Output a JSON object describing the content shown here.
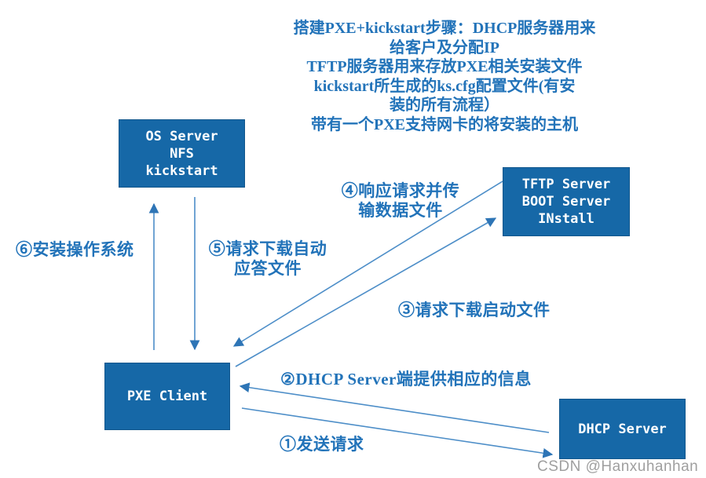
{
  "title": {
    "text": "搭建PXE+kickstart步骤：DHCP服务器用来\n给客户及分配IP\nTFTP服务器用来存放PXE相关安装文件\nkickstart所生成的ks.cfg配置文件(有安\n装的所有流程）\n带有一个PXE支持网卡的将安装的主机"
  },
  "nodes": {
    "os_server": {
      "label": "OS Server\nNFS\nkickstart"
    },
    "tftp_server": {
      "label": "TFTP Server\nBOOT Server\nINstall"
    },
    "pxe_client": {
      "label": "PXE Client"
    },
    "dhcp_server": {
      "label": "DHCP Server"
    }
  },
  "steps": {
    "s1": {
      "label": "①发送请求",
      "from": "PXE Client",
      "to": "DHCP Server"
    },
    "s2": {
      "label": "②DHCP Server端提供相应的信息",
      "from": "DHCP Server",
      "to": "PXE Client"
    },
    "s3": {
      "label": "③请求下载启动文件",
      "from": "PXE Client",
      "to": "TFTP Server"
    },
    "s4": {
      "label": "④响应请求并传\n输数据文件",
      "from": "TFTP Server",
      "to": "PXE Client"
    },
    "s5": {
      "label": "⑤请求下载自动\n应答文件",
      "from": "OS Server",
      "to": "PXE Client"
    },
    "s6": {
      "label": "⑥安装操作系统",
      "from": "PXE Client",
      "to": "OS Server"
    }
  },
  "watermark": {
    "text": "CSDN @Hanxuhanhan"
  },
  "colors": {
    "box_fill": "#1668a7",
    "box_border": "#11568c",
    "box_text": "#ffffff",
    "text_blue": "#2273b9",
    "arrow_stroke": "#4d8ec8",
    "arrow_head": "#2e75b6",
    "watermark_gray": "#9f9f9f",
    "background": "#ffffff"
  }
}
